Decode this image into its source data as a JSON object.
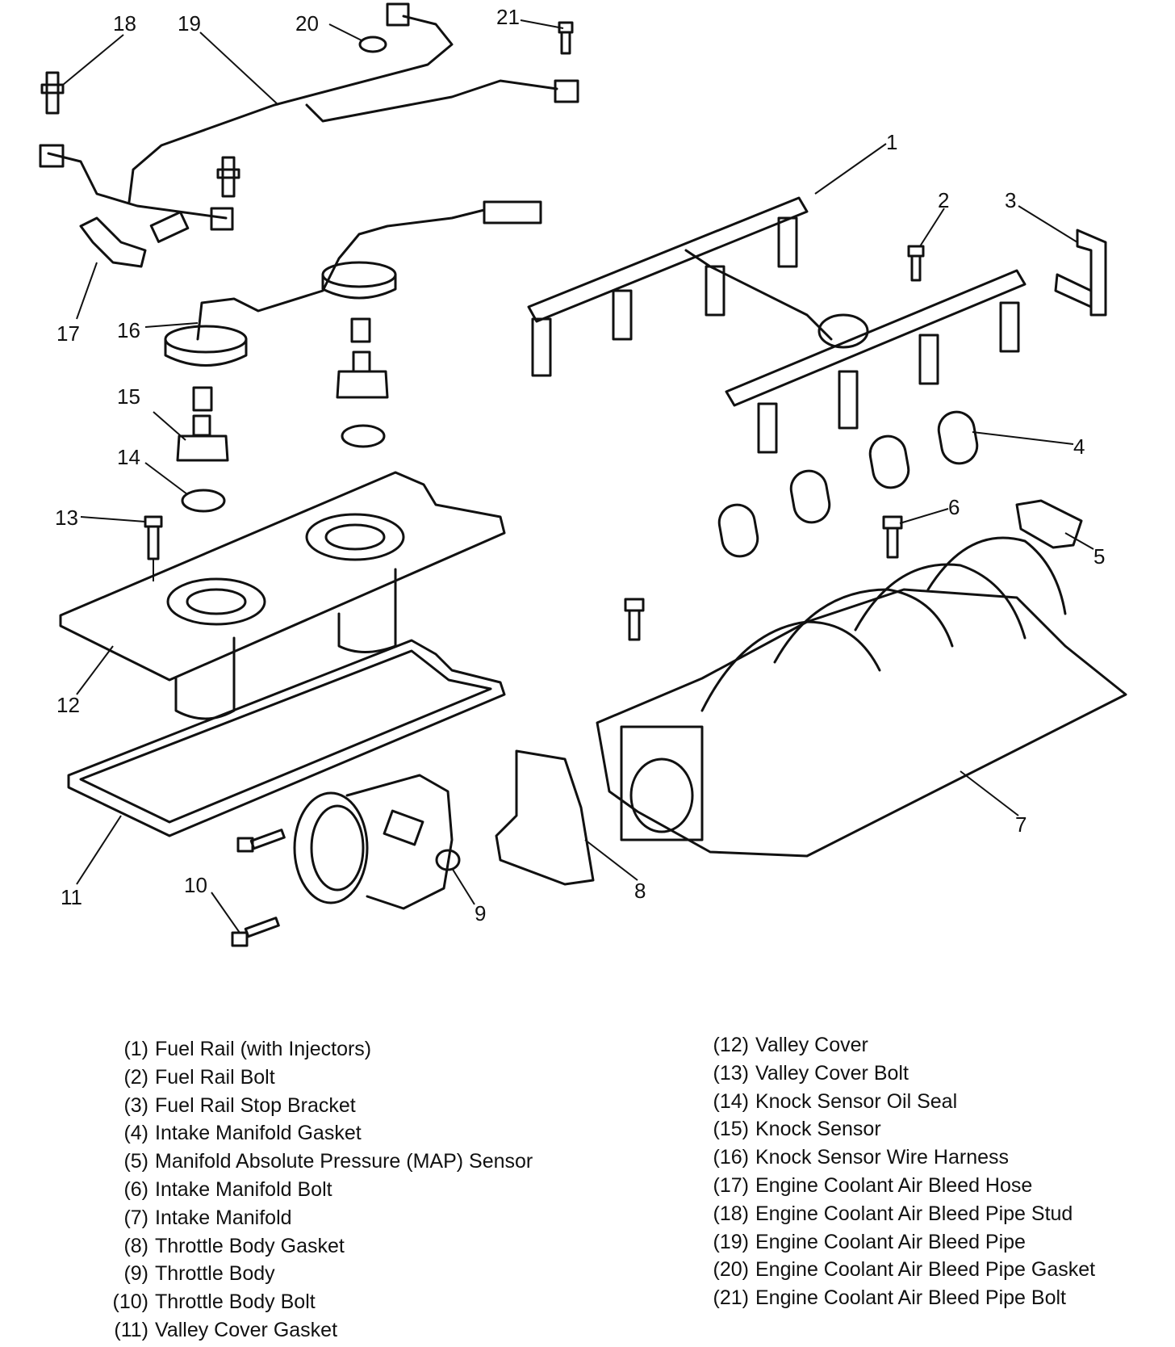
{
  "callouts": [
    "1",
    "2",
    "3",
    "4",
    "5",
    "6",
    "7",
    "8",
    "9",
    "10",
    "11",
    "12",
    "13",
    "14",
    "15",
    "16",
    "17",
    "18",
    "19",
    "20",
    "21"
  ],
  "legend": {
    "left": [
      {
        "num": "(1)",
        "label": "Fuel Rail (with Injectors)"
      },
      {
        "num": "(2)",
        "label": "Fuel Rail Bolt"
      },
      {
        "num": "(3)",
        "label": "Fuel Rail Stop Bracket"
      },
      {
        "num": "(4)",
        "label": "Intake Manifold Gasket"
      },
      {
        "num": "(5)",
        "label": "Manifold Absolute Pressure (MAP) Sensor"
      },
      {
        "num": "(6)",
        "label": "Intake Manifold Bolt"
      },
      {
        "num": "(7)",
        "label": "Intake Manifold"
      },
      {
        "num": "(8)",
        "label": "Throttle Body Gasket"
      },
      {
        "num": "(9)",
        "label": "Throttle Body"
      },
      {
        "num": "(10)",
        "label": "Throttle Body Bolt"
      },
      {
        "num": "(11)",
        "label": "Valley Cover Gasket"
      }
    ],
    "right": [
      {
        "num": "(12)",
        "label": "Valley Cover"
      },
      {
        "num": "(13)",
        "label": "Valley Cover Bolt"
      },
      {
        "num": "(14)",
        "label": "Knock Sensor Oil Seal"
      },
      {
        "num": "(15)",
        "label": "Knock Sensor"
      },
      {
        "num": "(16)",
        "label": "Knock Sensor Wire Harness"
      },
      {
        "num": "(17)",
        "label": "Engine Coolant Air Bleed Hose"
      },
      {
        "num": "(18)",
        "label": "Engine Coolant Air Bleed Pipe Stud"
      },
      {
        "num": "(19)",
        "label": "Engine Coolant Air Bleed Pipe"
      },
      {
        "num": "(20)",
        "label": "Engine Coolant Air Bleed Pipe Gasket"
      },
      {
        "num": "(21)",
        "label": "Engine Coolant Air Bleed Pipe Bolt"
      }
    ]
  }
}
